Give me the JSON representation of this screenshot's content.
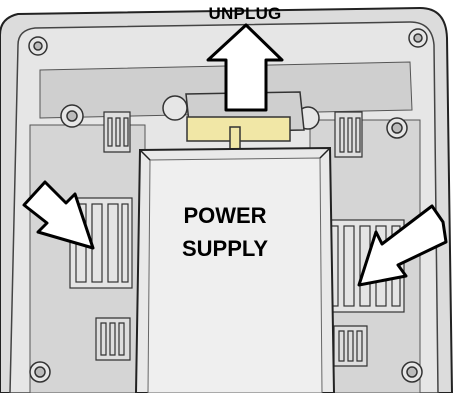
{
  "diagram": {
    "top_label": "UNPLUG",
    "module_label_line1": "POWER",
    "module_label_line2": "SUPPLY",
    "colors": {
      "background": "#ffffff",
      "housing": "#dcdcdc",
      "housing_shadow": "#b9b9b9",
      "outline": "#222222",
      "module_fill": "#e9e9e9",
      "connector_fill": "#f1e7a6",
      "arrow_fill": "#ffffff",
      "arrow_stroke": "#000000"
    },
    "icons": [
      "unplug-arrow-icon",
      "left-insert-arrow-icon",
      "right-insert-arrow-icon"
    ]
  }
}
